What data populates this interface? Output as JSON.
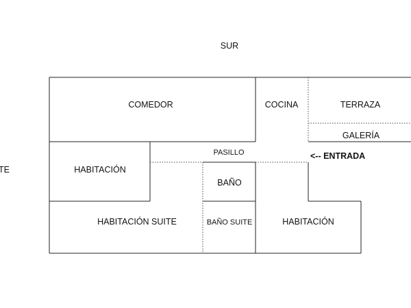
{
  "compass": {
    "south": "SUR",
    "west_fragment": "TE"
  },
  "rooms": {
    "comedor": "COMEDOR",
    "cocina": "COCINA",
    "terraza": "TERRAZA",
    "galeria": "GALERÍA",
    "pasillo": "PASILLO",
    "habitacion_left": "HABITACIÓN",
    "bano": "BAÑO",
    "habitacion_suite": "HABITACIÓN SUITE",
    "bano_suite": "BAÑO SUITE",
    "habitacion_right": "HABITACIÓN"
  },
  "entrance": {
    "label": "<-- ENTRADA"
  },
  "colors": {
    "wall": "#222222",
    "text": "#111111",
    "background": "#ffffff"
  }
}
